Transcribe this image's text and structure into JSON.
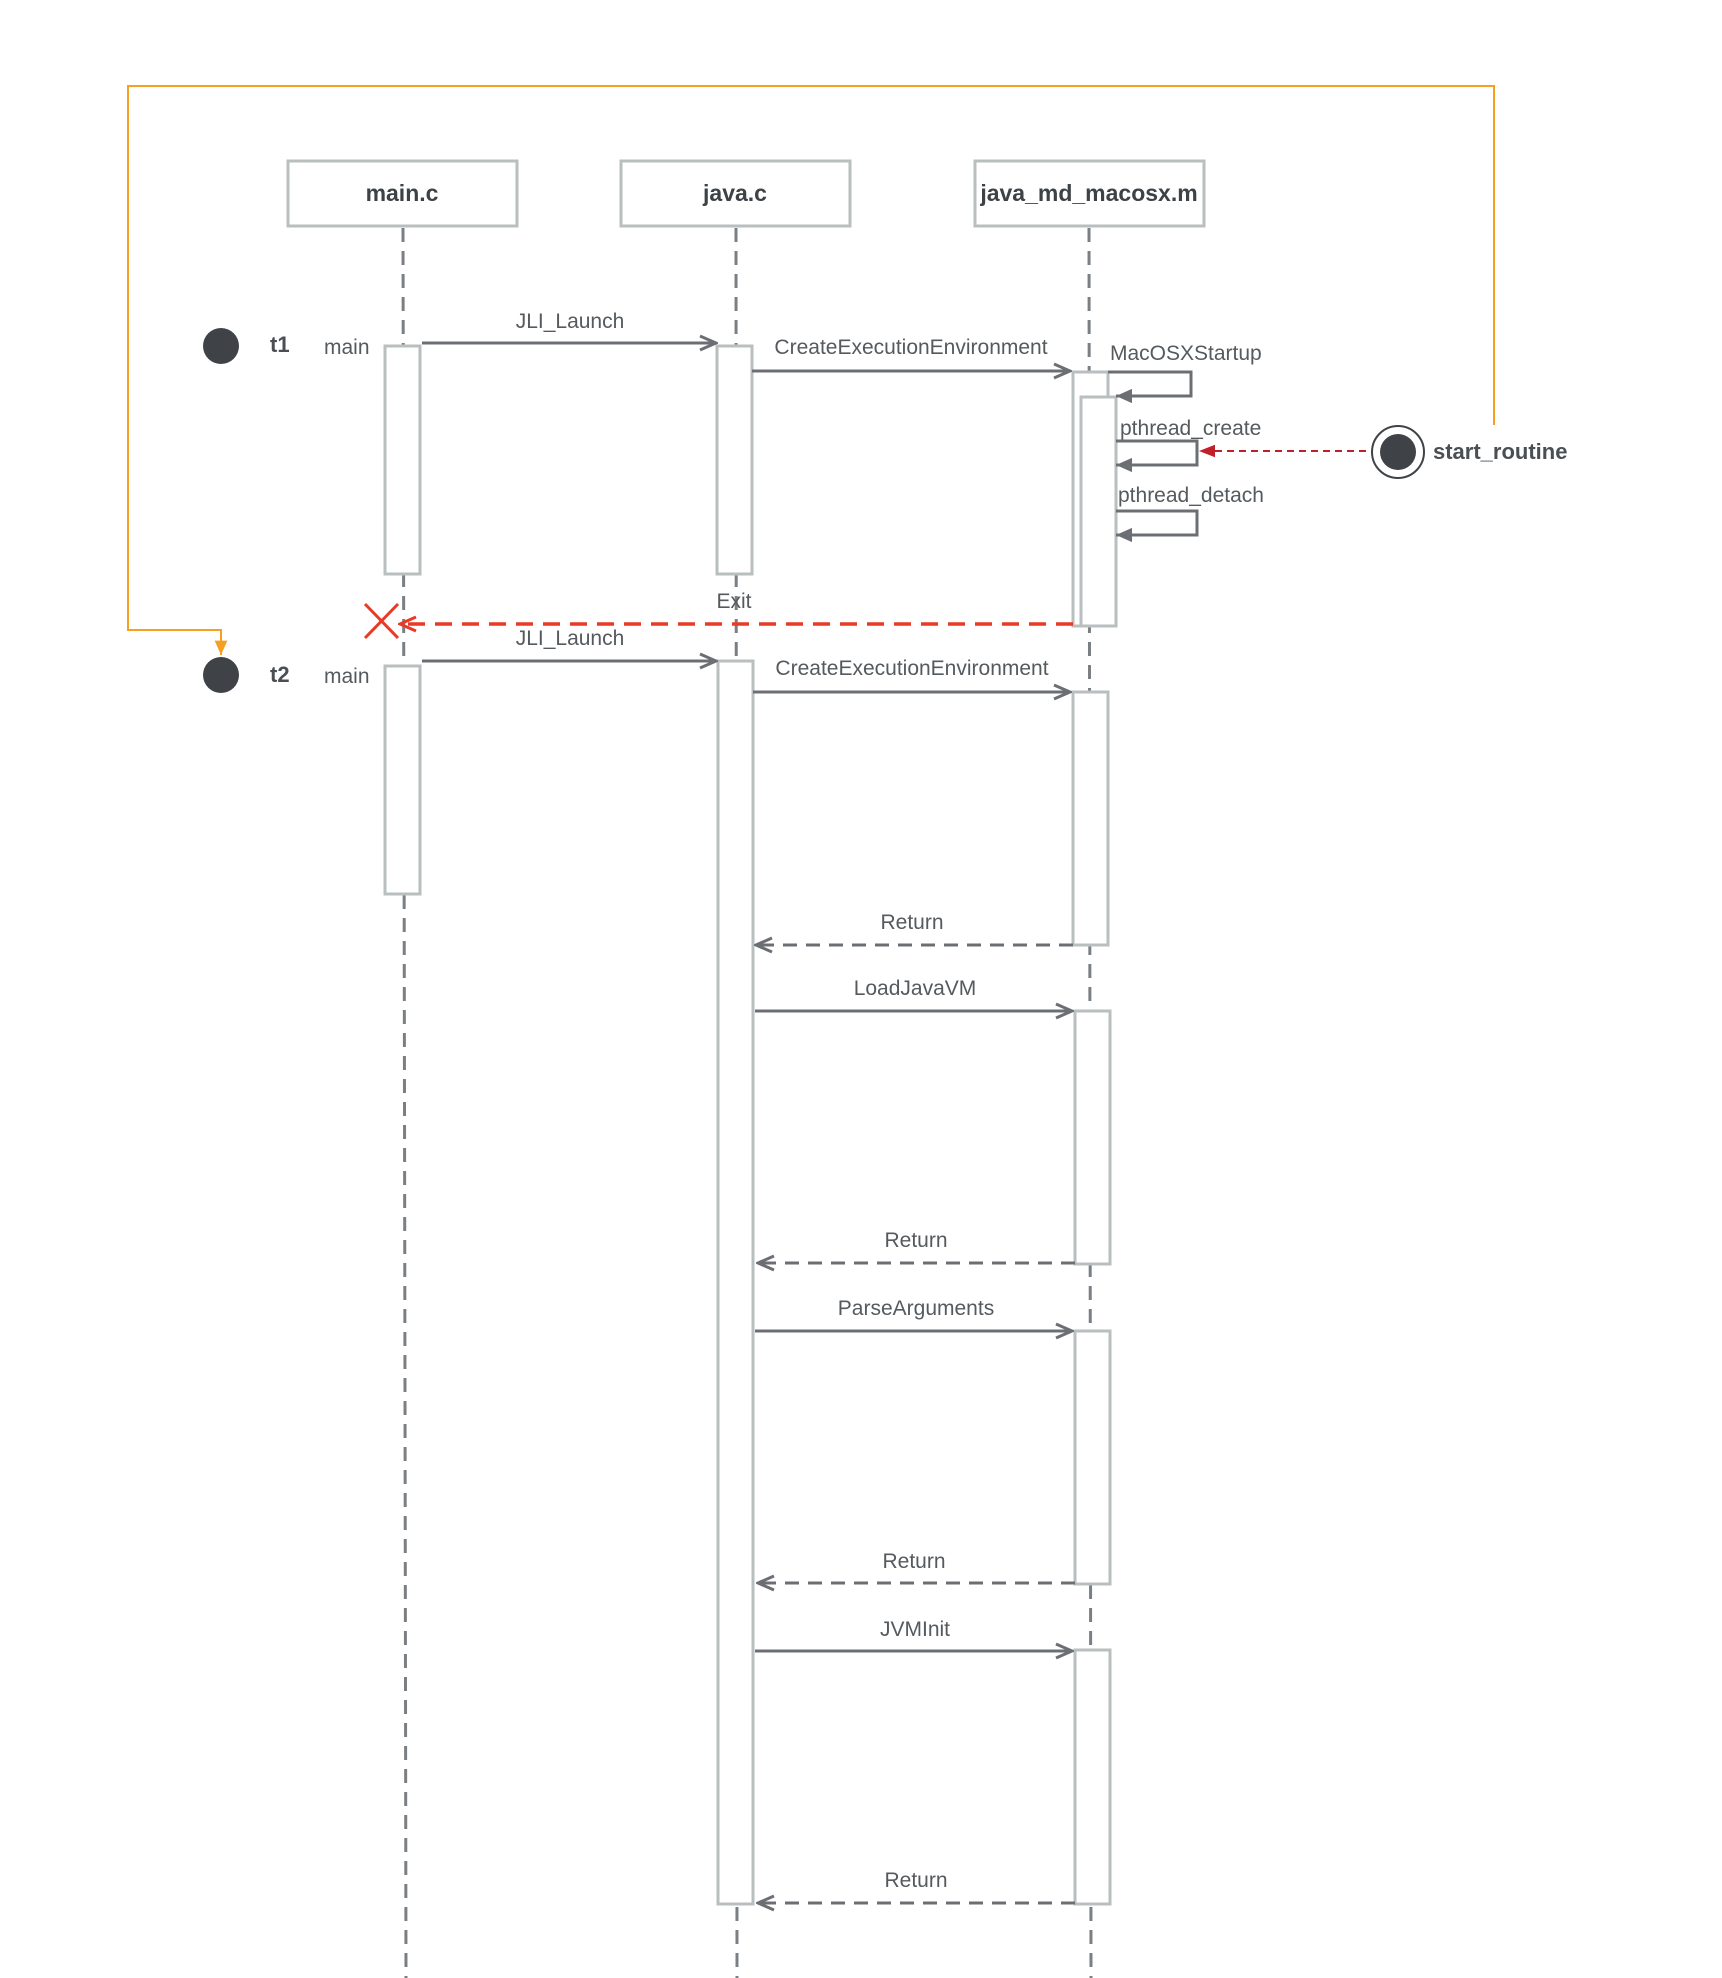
{
  "participants": [
    {
      "id": "main",
      "label": "main.c"
    },
    {
      "id": "java",
      "label": "java.c"
    },
    {
      "id": "macosx",
      "label": "java_md_macosx.m"
    }
  ],
  "threads": [
    {
      "id": "t1",
      "label": "t1",
      "context": "main"
    },
    {
      "id": "t2",
      "label": "t2",
      "context": "main"
    }
  ],
  "start_routine": {
    "label": "start_routine"
  },
  "messages": {
    "jli_launch_1": "JLI_Launch",
    "create_env_1": "CreateExecutionEnvironment",
    "macosx_startup": "MacOSXStartup",
    "pthread_create": "pthread_create",
    "pthread_detach": "pthread_detach",
    "exit": "Exit",
    "jli_launch_2": "JLI_Launch",
    "create_env_2": "CreateExecutionEnvironment",
    "return_1": "Return",
    "load_java_vm": "LoadJavaVM",
    "return_2": "Return",
    "parse_arguments": "ParseArguments",
    "return_3": "Return",
    "jvm_init": "JVMInit",
    "return_4": "Return"
  },
  "colors": {
    "loop_line": "#f5a020",
    "exit_line": "#e83a26",
    "thread_link": "#c0202a",
    "node": "#3f4246"
  }
}
